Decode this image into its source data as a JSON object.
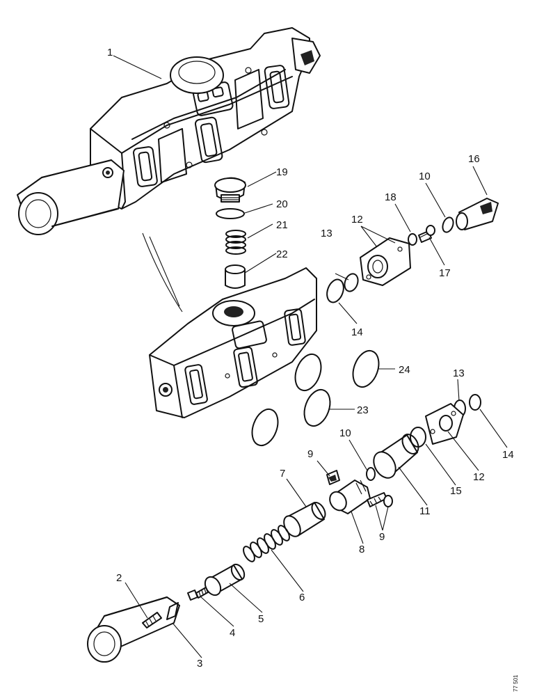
{
  "labels": {
    "l1": "1",
    "l2": "2",
    "l3": "3",
    "l4": "4",
    "l5": "5",
    "l6": "6",
    "l7": "7",
    "l8": "8",
    "l9a": "9",
    "l9b": "9",
    "l10a": "10",
    "l10b": "10",
    "l11": "11",
    "l12a": "12",
    "l12b": "12",
    "l13a": "13",
    "l13b": "13",
    "l14a": "14",
    "l14b": "14",
    "l15": "15",
    "l16": "16",
    "l17": "17",
    "l18": "18",
    "l19": "19",
    "l20": "20",
    "l21": "21",
    "l22": "22",
    "l23": "23",
    "l24": "24"
  },
  "drawing_number": "77 501"
}
